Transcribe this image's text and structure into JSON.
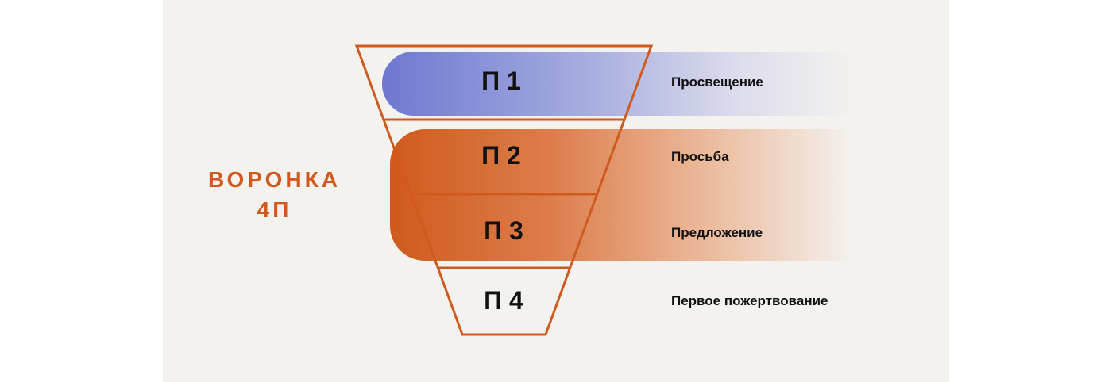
{
  "title": {
    "line1": "ВОРОНКА",
    "line2": "4П"
  },
  "stages": [
    {
      "label": "П 1",
      "description": "Просвещение"
    },
    {
      "label": "П 2",
      "description": "Просьба"
    },
    {
      "label": "П 3",
      "description": "Предложение"
    },
    {
      "label": "П 4",
      "description": "Первое пожертвование"
    }
  ],
  "colors": {
    "accent": "#d05a1e",
    "blue": "#6e78d0",
    "background": "#f4f2ef",
    "text": "#111111"
  }
}
